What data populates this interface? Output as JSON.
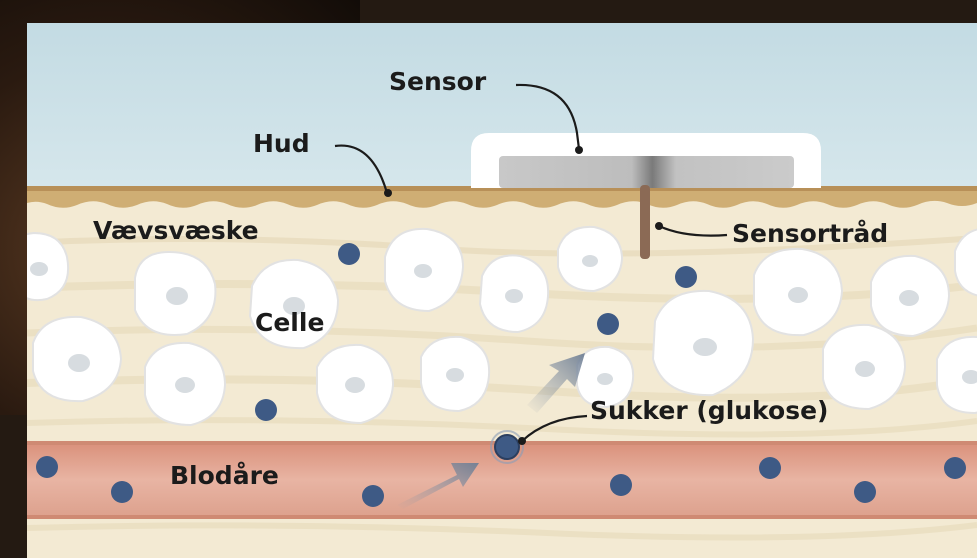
{
  "diagram": {
    "labels": {
      "sensor": "Sensor",
      "skin": "Hud",
      "interstitial_fluid": "Vævsvæske",
      "sensor_wire": "Sensortråd",
      "cell": "Celle",
      "sugar": "Sukker (glukose)",
      "blood_vessel": "Blodåre"
    },
    "colors": {
      "sky": "#cfe3e9",
      "skin": "#c9a66b",
      "tissue": "#f3ead3",
      "vessel": "#e3a593",
      "glucose": "#3e5a85",
      "cell": "#ffffff",
      "nucleus": "#d7dce0",
      "sensor_body": "#bfbfbf",
      "wire": "#8b6a55"
    }
  }
}
